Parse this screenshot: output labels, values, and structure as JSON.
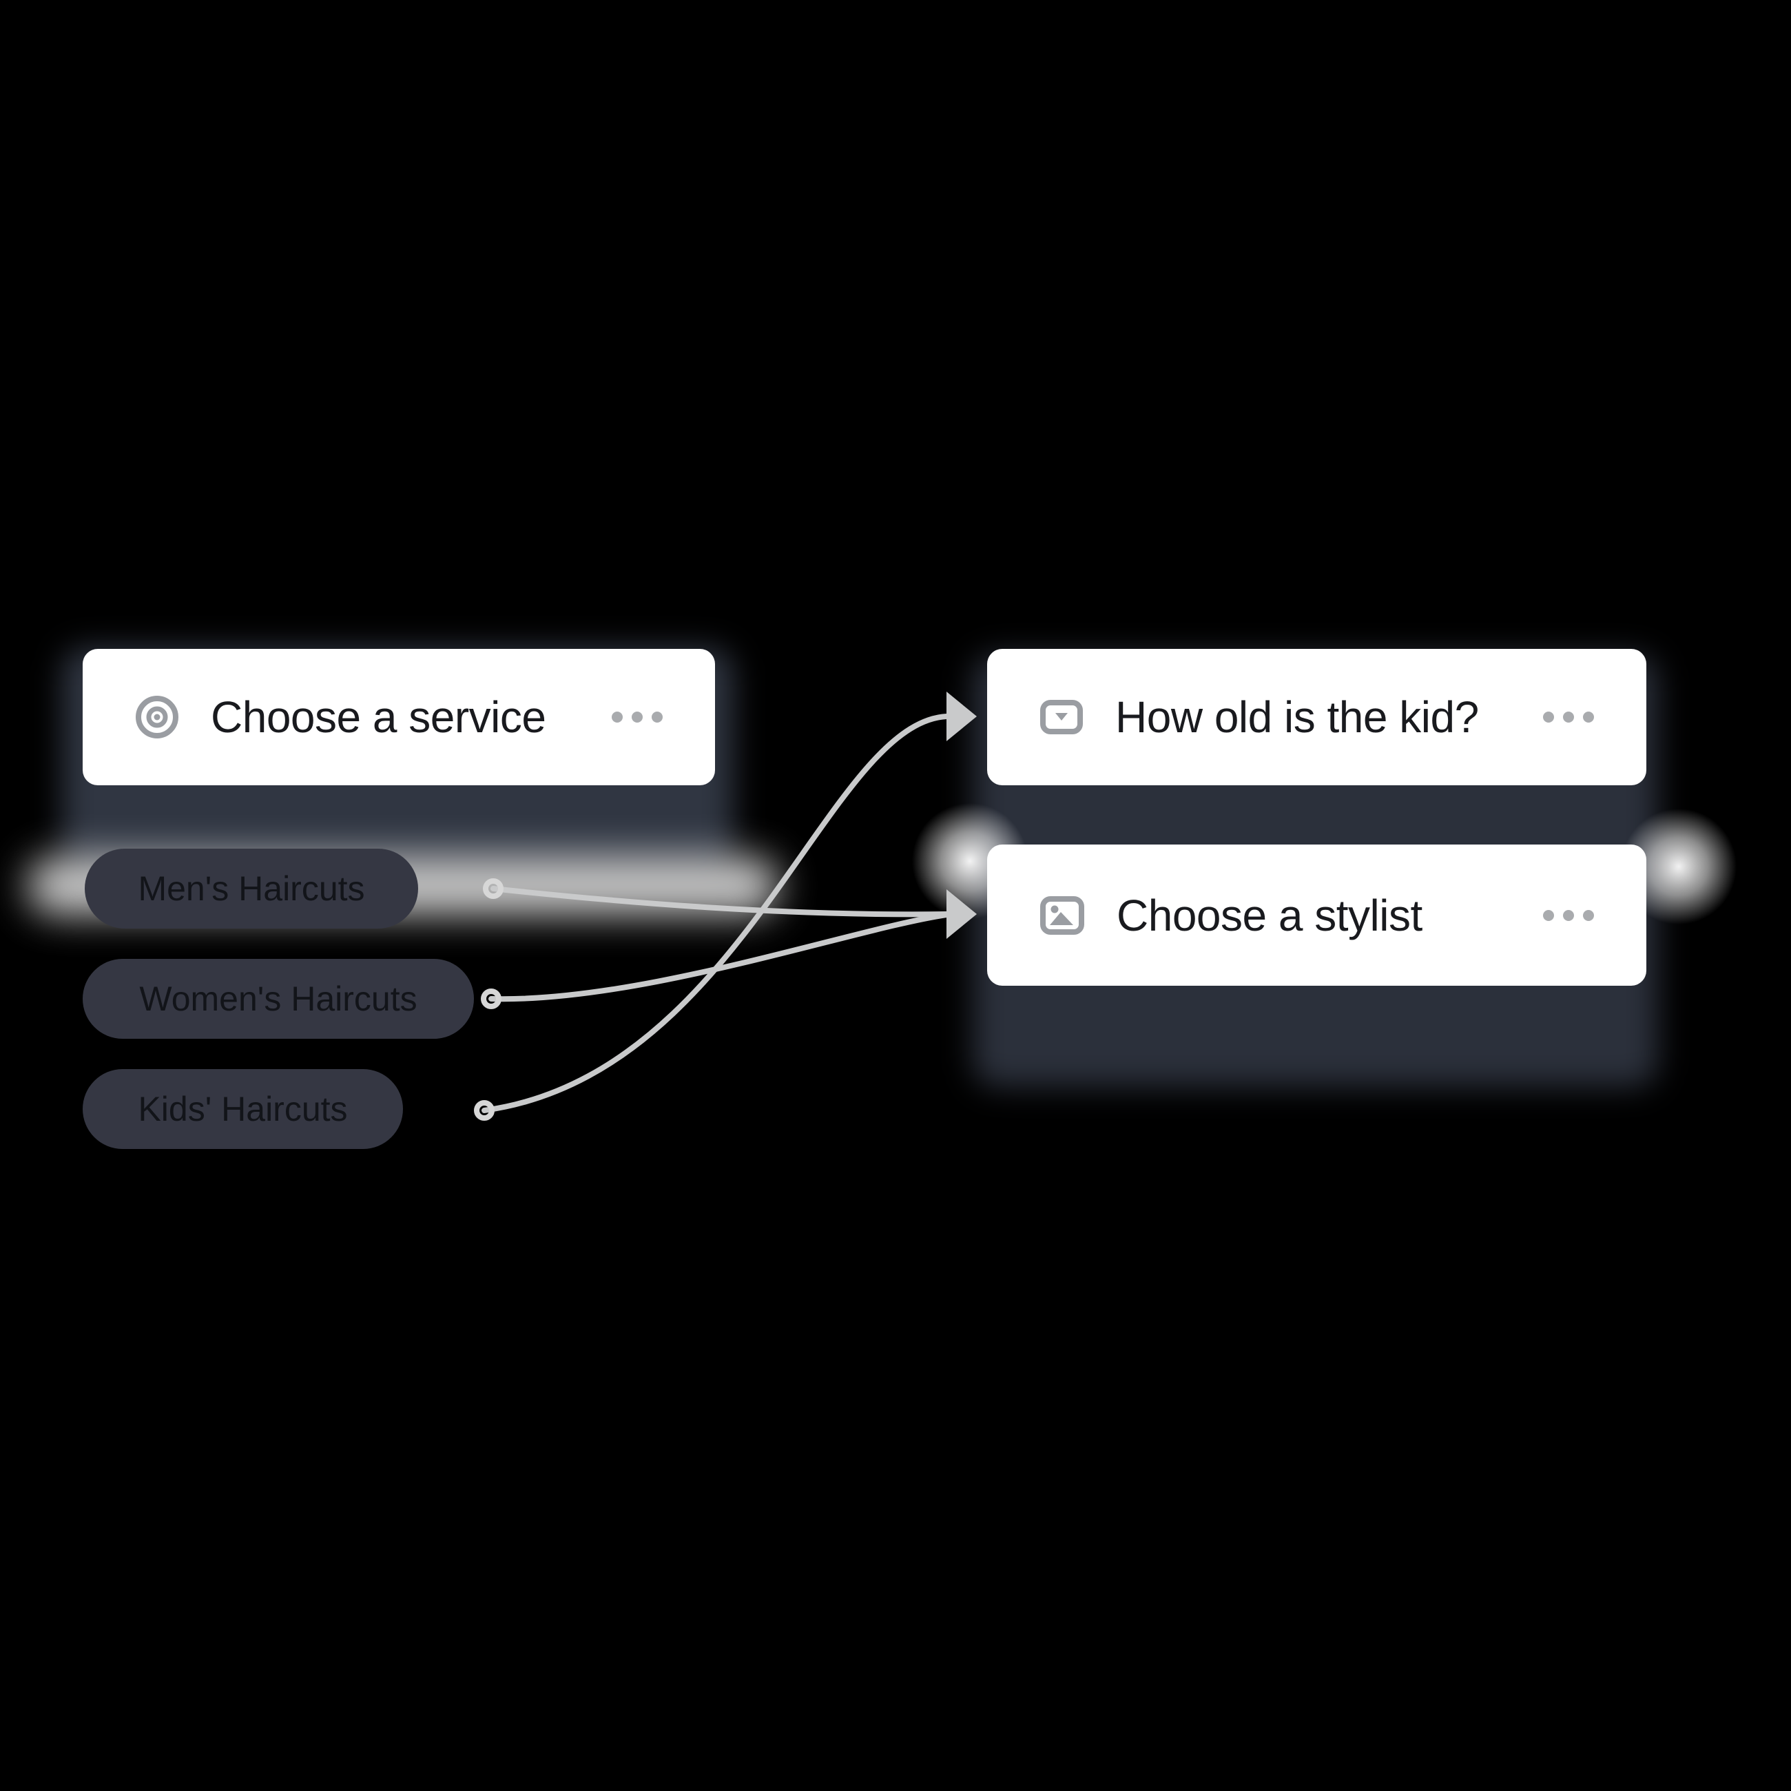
{
  "colors": {
    "background": "#000000",
    "card_bg": "#ffffff",
    "card_text": "#191a1e",
    "panel_left_bg": "#303642",
    "panel_right_bg": "#2b303b",
    "pill_bg": "#353743",
    "pill_text": "#121419",
    "connector": "#c9cacb",
    "icon_gray": "#9a9da2",
    "menu_dots": "#a9abae",
    "port_ring": "#d7d7d7",
    "glow": "#ffffff"
  },
  "left_group": {
    "card": {
      "title": "Choose a service",
      "icon": "target-icon"
    },
    "options": [
      {
        "label": "Men's Haircuts"
      },
      {
        "label": "Women's Haircuts"
      },
      {
        "label": "Kids' Haircuts"
      }
    ]
  },
  "right_group": {
    "cards": [
      {
        "title": "How old is the kid?",
        "icon": "dropdown-field-icon"
      },
      {
        "title": "Choose a stylist",
        "icon": "image-choice-icon"
      }
    ]
  },
  "connections": [
    {
      "from": "Men's Haircuts",
      "to": "Choose a stylist"
    },
    {
      "from": "Women's Haircuts",
      "to": "Choose a stylist"
    },
    {
      "from": "Kids' Haircuts",
      "to": "How old is the kid?"
    }
  ]
}
